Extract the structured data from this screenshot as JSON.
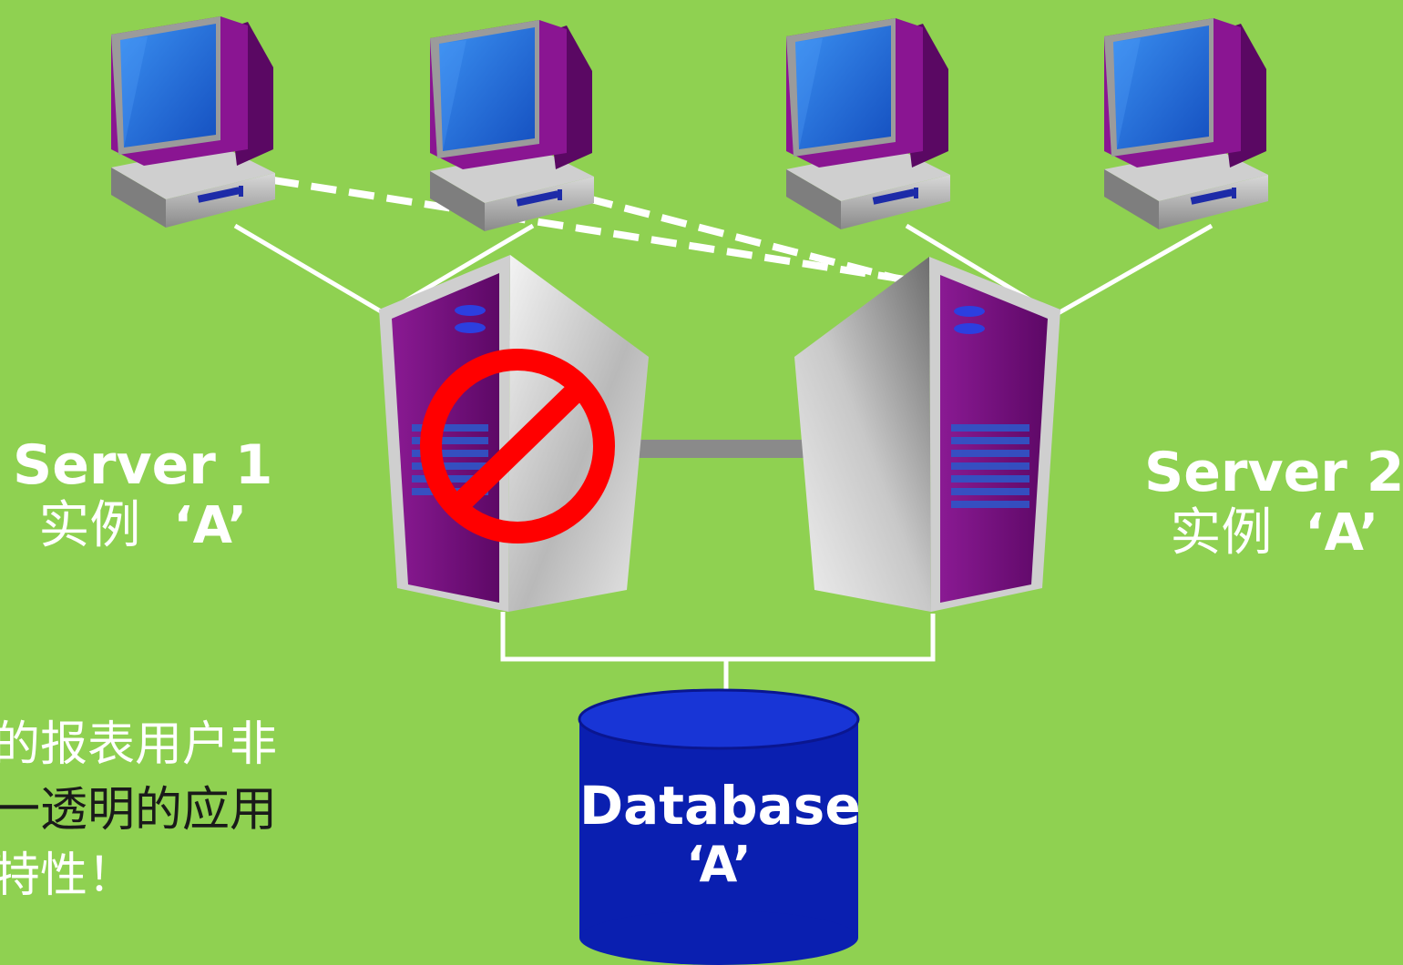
{
  "server1": {
    "title": "Server 1",
    "instance_prefix": "实例",
    "instance_name": "‘A’"
  },
  "server2": {
    "title": "Server 2",
    "instance_prefix": "实例",
    "instance_name": "‘A’"
  },
  "database": {
    "title": "Database",
    "name": "‘A’"
  },
  "note": {
    "line1": "的报表用户非",
    "line2": "一透明的应用",
    "line3": "特性！"
  },
  "colors": {
    "background": "#8fd151",
    "monitor_body": "#7a0f82",
    "monitor_screen": "#1f6fd6",
    "server_front": "#6f0e78",
    "database": "#0a1fb0",
    "prohibit": "#ff0000",
    "connection": "#ffffff"
  },
  "icons": {
    "workstation": "computer-workstation-icon",
    "server": "server-tower-icon",
    "database": "database-cylinder-icon",
    "failure": "prohibited-sign-icon"
  }
}
